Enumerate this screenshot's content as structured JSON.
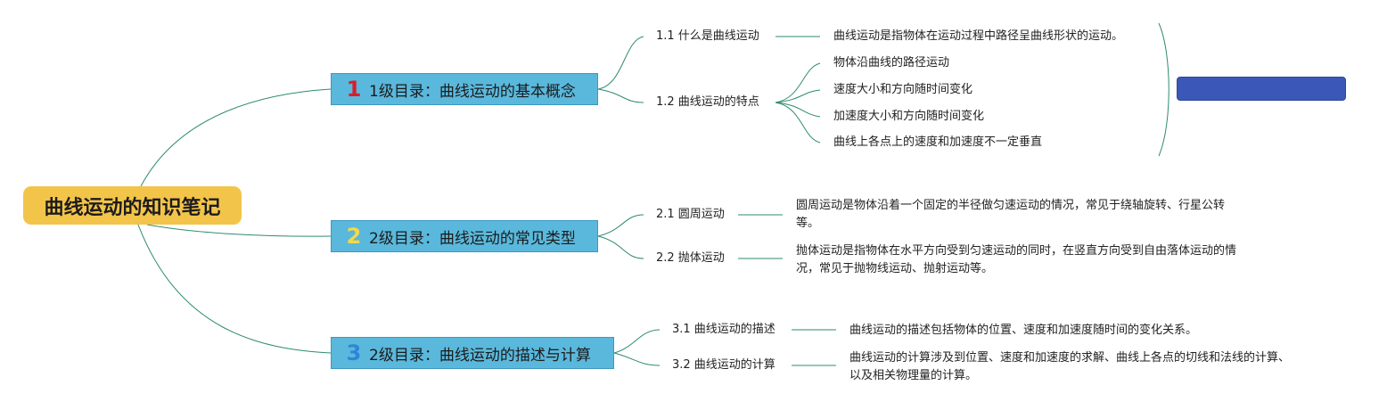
{
  "root": {
    "label": "曲线运动的知识笔记"
  },
  "topics": [
    {
      "number": "1",
      "label": "1级目录：曲线运动的基本概念"
    },
    {
      "number": "2",
      "label": "2级目录：曲线运动的常见类型"
    },
    {
      "number": "3",
      "label": "2级目录：曲线运动的描述与计算"
    }
  ],
  "subtopics": [
    {
      "label": "1.1 什么是曲线运动"
    },
    {
      "label": "1.2 曲线运动的特点"
    },
    {
      "label": "2.1 圆周运动"
    },
    {
      "label": "2.2 抛体运动"
    },
    {
      "label": "3.1 曲线运动的描述"
    },
    {
      "label": "3.2 曲线运动的计算"
    }
  ],
  "details": {
    "d11": "曲线运动是指物体在运动过程中路径呈曲线形状的运动。",
    "d12": [
      "物体沿曲线的路径运动",
      "速度大小和方向随时间变化",
      "加速度大小和方向随时间变化",
      "曲线上各点上的速度和加速度不一定垂直"
    ],
    "d21": "圆周运动是物体沿着一个固定的半径做匀速运动的情况，常见于绕轴旋转、行星公转等。",
    "d22": "抛体运动是指物体在水平方向受到匀速运动的同时，在竖直方向受到自由落体运动的情况，常见于抛物线运动、抛射运动等。",
    "d31": "曲线运动的描述包括物体的位置、速度和加速度随时间的变化关系。",
    "d32": "曲线运动的计算涉及到位置、速度和加速度的求解、曲线上各点的切线和法线的计算、以及相关物理量的计算。"
  },
  "colors": {
    "root": "#f3c44a",
    "topic": "#5ab8dc",
    "line": "#2e8b6e",
    "summary": "#3b58b8"
  }
}
